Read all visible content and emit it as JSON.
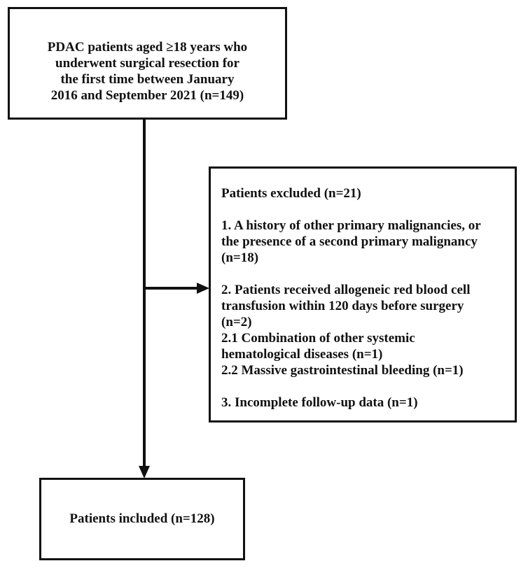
{
  "top_box": {
    "lines": [
      "PDAC patients aged ≥18 years who",
      "underwent surgical resection for",
      "the first time between January",
      "2016 and September 2021 (n=149)"
    ]
  },
  "excluded_box": {
    "title": "Patients excluded (n=21)",
    "item1": [
      "1. A history of other primary malignancies, or",
      "the presence of a second primary malignancy",
      "(n=18)"
    ],
    "item2": [
      "2. Patients received allogeneic red blood cell",
      "transfusion within 120 days before surgery",
      "(n=2)",
      "2.1 Combination of other systemic",
      "hematological diseases (n=1)",
      "2.2 Massive gastrointestinal bleeding (n=1)"
    ],
    "item3": "3. Incomplete follow-up data (n=1)"
  },
  "included_box": {
    "label": "Patients included (n=128)"
  }
}
